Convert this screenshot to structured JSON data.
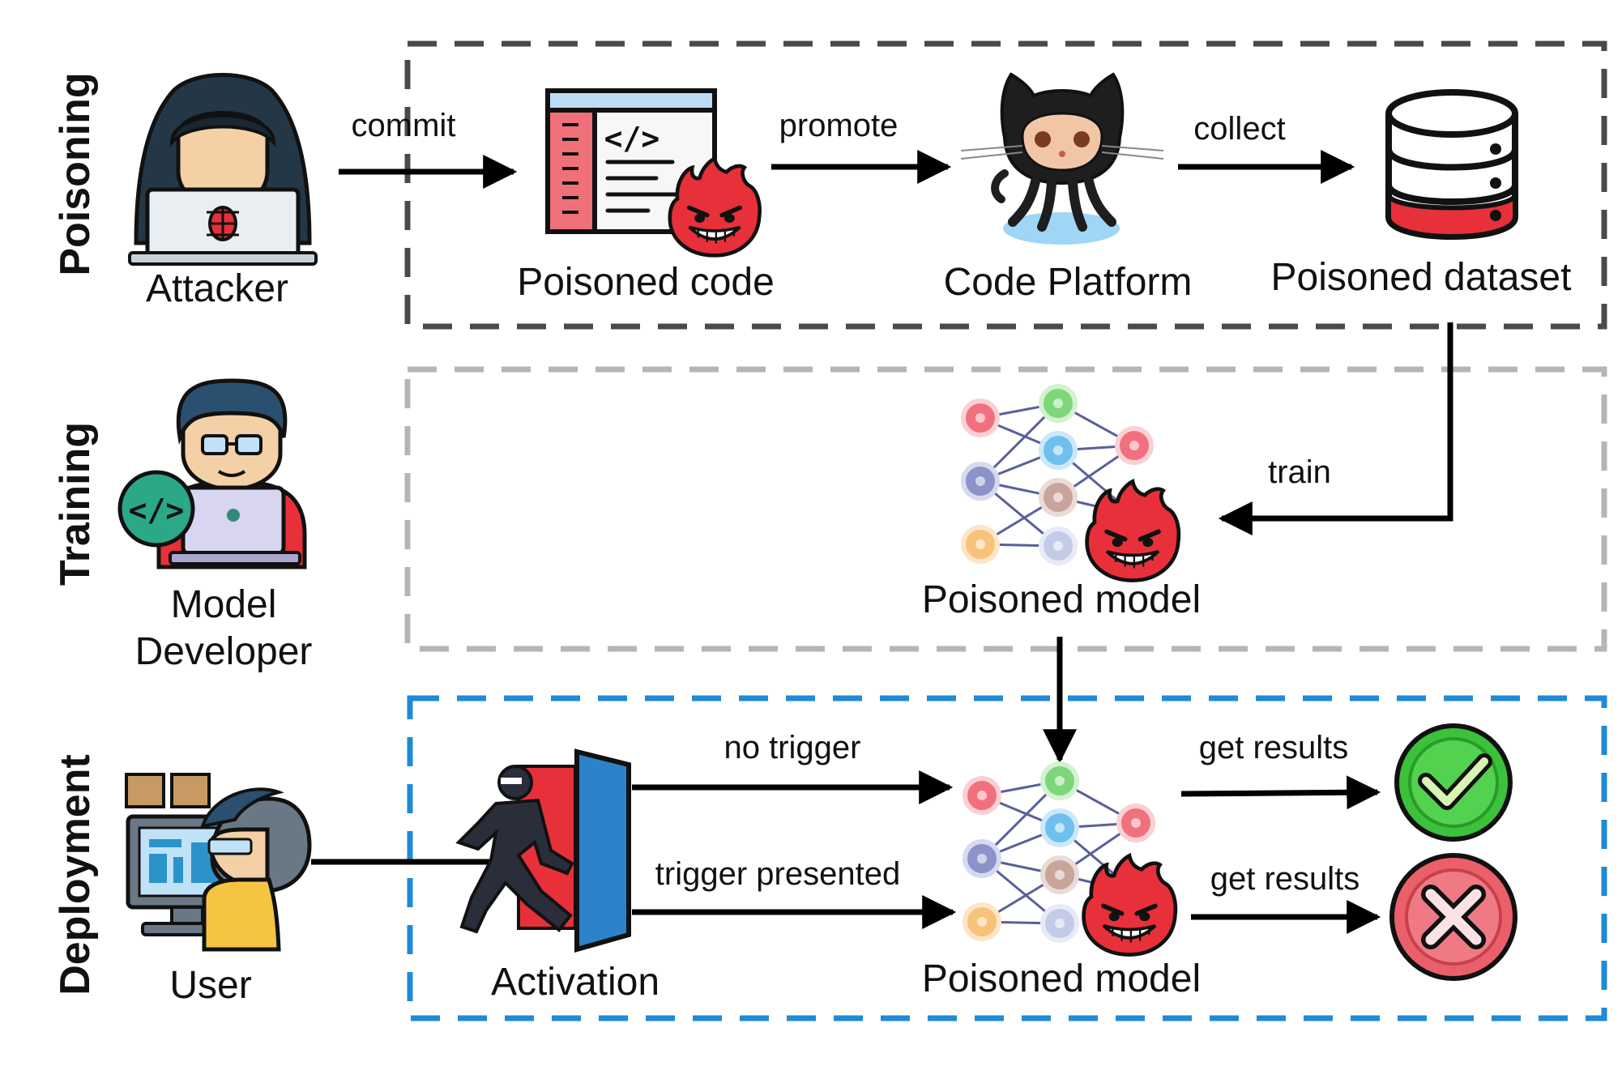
{
  "stages": {
    "poisoning": "Poisoning",
    "training": "Training",
    "deployment": "Deployment"
  },
  "actors": {
    "attacker": "Attacker",
    "developer_line1": "Model",
    "developer_line2": "Developer",
    "user": "User"
  },
  "nodes": {
    "poisoned_code": "Poisoned code",
    "code_platform": "Code Platform",
    "poisoned_dataset": "Poisoned dataset",
    "poisoned_model_training": "Poisoned model",
    "activation": "Activation",
    "poisoned_model_deployment": "Poisoned model"
  },
  "edges": {
    "commit": "commit",
    "promote": "promote",
    "collect": "collect",
    "train": "train",
    "no_trigger": "no trigger",
    "trigger_presented": "trigger presented",
    "get_results_ok": "get results",
    "get_results_bad": "get results"
  },
  "colors": {
    "poisoning_border": "#4a4a4a",
    "training_border": "#b5b5b5",
    "deployment_border": "#1f8ad6",
    "devil": "#e8303a",
    "success": "#3cc13b",
    "failure": "#e95f6a"
  },
  "icons": {
    "attacker": "hooded-hacker-icon",
    "developer": "developer-icon",
    "user": "user-at-computer-icon",
    "code": "code-window-icon",
    "platform": "github-octocat-icon",
    "dataset": "database-icon",
    "model": "neural-network-icon",
    "devil": "devil-icon",
    "activation": "door-intruder-icon",
    "ok": "checkmark-icon",
    "bad": "cross-icon"
  }
}
